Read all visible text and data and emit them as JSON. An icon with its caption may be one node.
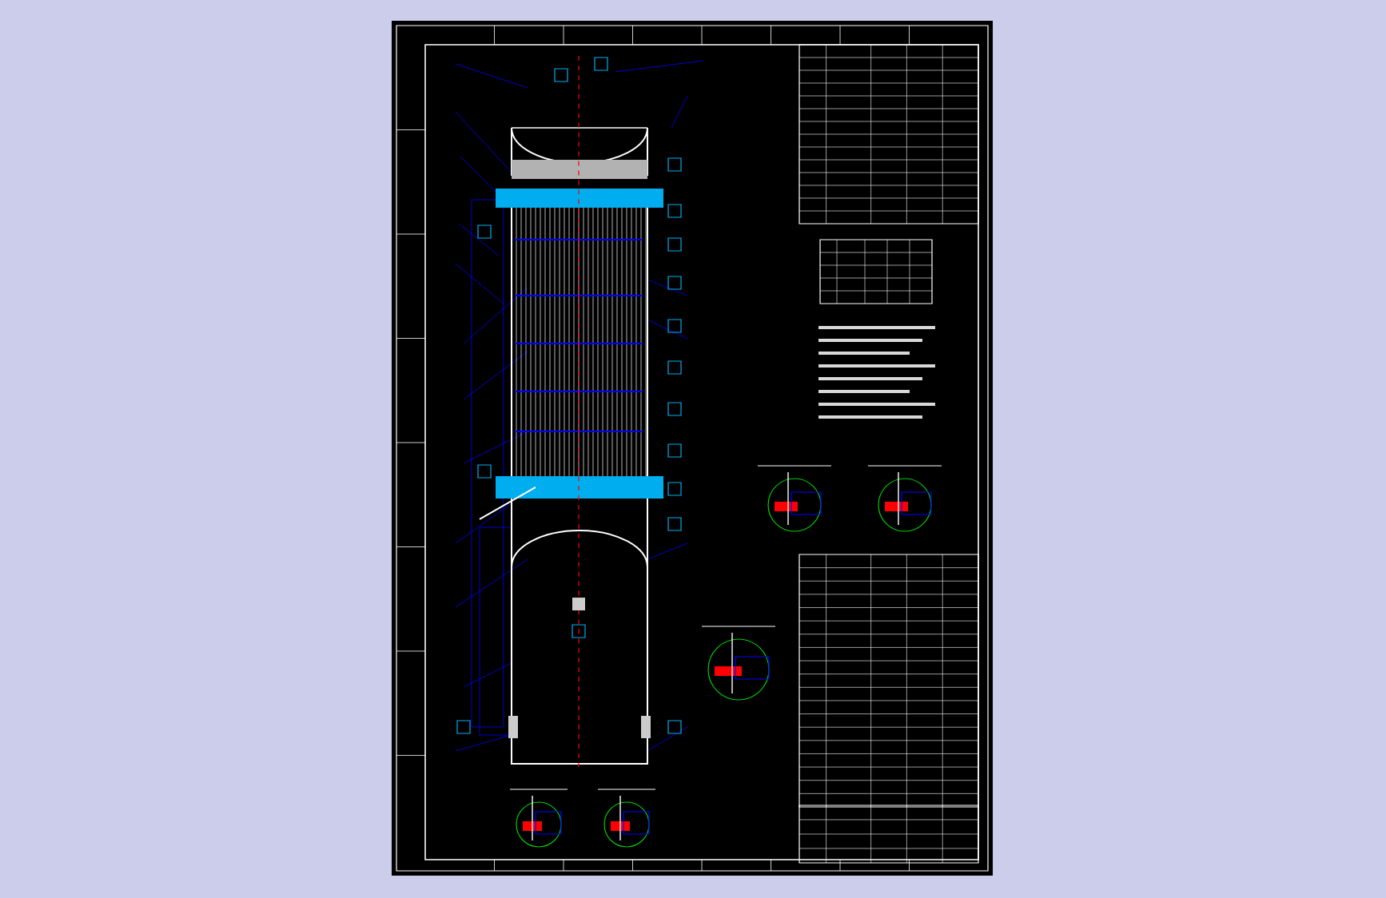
{
  "diagram": {
    "nodes": [
      {
        "text": [],
        "shape": "picture"
      },
      {
        "text": [],
        "shape": "picture"
      },
      {
        "text": [],
        "shape": "picture"
      },
      {
        "text": [],
        "shape": "picture"
      },
      {
        "text": [],
        "shape": "picture"
      },
      {
        "text": [],
        "shape": "picture"
      },
      {
        "text": [],
        "shape": "box"
      },
      {
        "text": [],
        "shape": "box"
      },
      {
        "text": [],
        "shape": "box"
      },
      {
        "text": [],
        "shape": "box"
      }
    ]
  }
}
